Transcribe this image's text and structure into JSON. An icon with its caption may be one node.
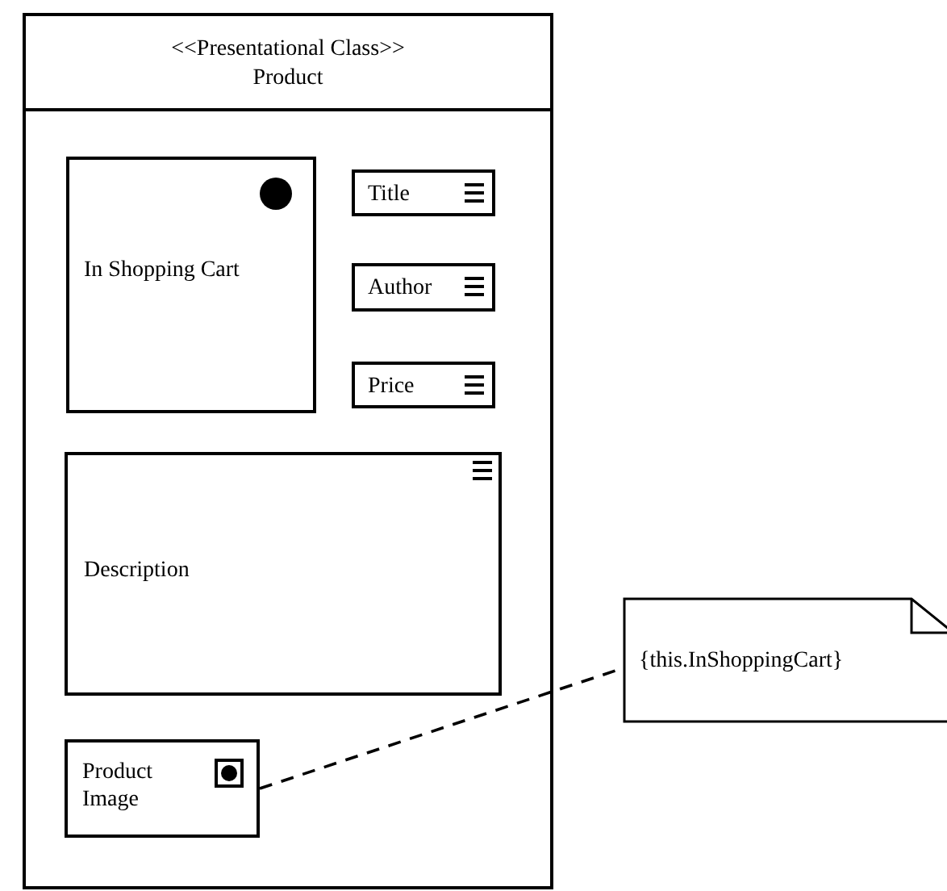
{
  "diagram": {
    "nodes": [
      {
        "text": [
          "<<Presentational Class>>",
          "Product"
        ]
      },
      {
        "text": [
          "In Shopping Cart"
        ],
        "in": 0
      },
      {
        "text": [
          "Title"
        ],
        "in": 0
      },
      {
        "text": [
          "Author"
        ],
        "in": 0
      },
      {
        "text": [
          "Price"
        ],
        "in": 0
      },
      {
        "text": [
          "Description"
        ],
        "in": 0
      },
      {
        "text": [
          "Product Image"
        ],
        "in": 0
      },
      {
        "text": [
          "{this.InShoppingCart}"
        ]
      }
    ],
    "edges": [
      {
        "from": 6,
        "to": 7,
        "arrow": "none",
        "style": "dashed"
      }
    ]
  }
}
